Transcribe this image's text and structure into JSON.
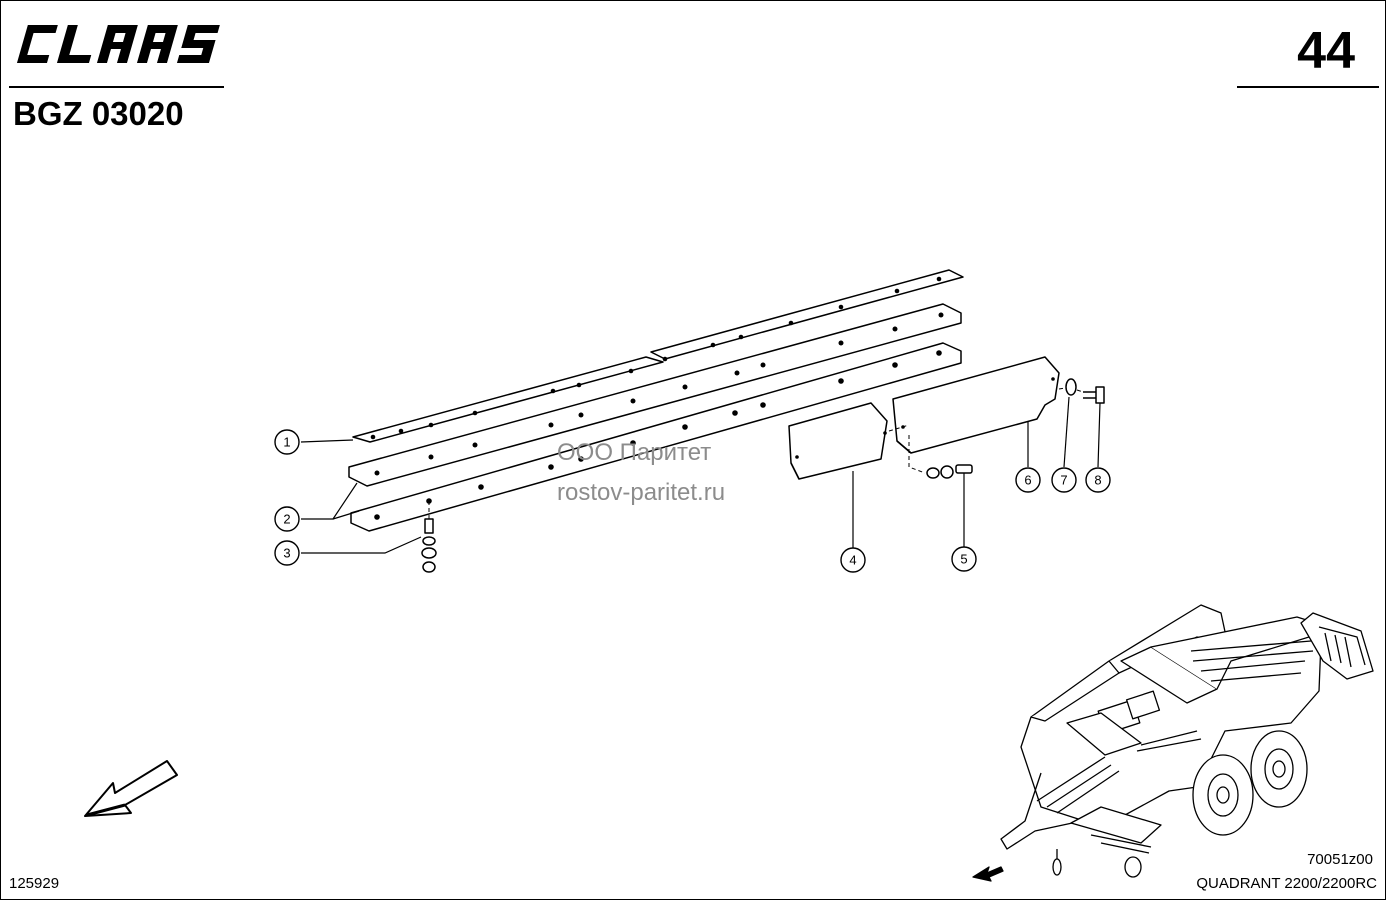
{
  "header": {
    "brand_logo": "CLAAS",
    "doc_code": "BGZ 03020",
    "page_number": "44"
  },
  "watermark": {
    "line1": "ООО Паритет",
    "line2": "rostov-paritet.ru"
  },
  "callouts": [
    {
      "label": "1"
    },
    {
      "label": "2"
    },
    {
      "label": "3"
    },
    {
      "label": "4"
    },
    {
      "label": "5"
    },
    {
      "label": "6"
    },
    {
      "label": "7"
    },
    {
      "label": "8"
    }
  ],
  "footer": {
    "ref_number": "125929",
    "drawing_number": "70051z00",
    "model": "QUADRANT 2200/2200RC"
  },
  "icons": [
    "claas-logo",
    "direction-arrow-icon",
    "baler-overview-illustration"
  ]
}
